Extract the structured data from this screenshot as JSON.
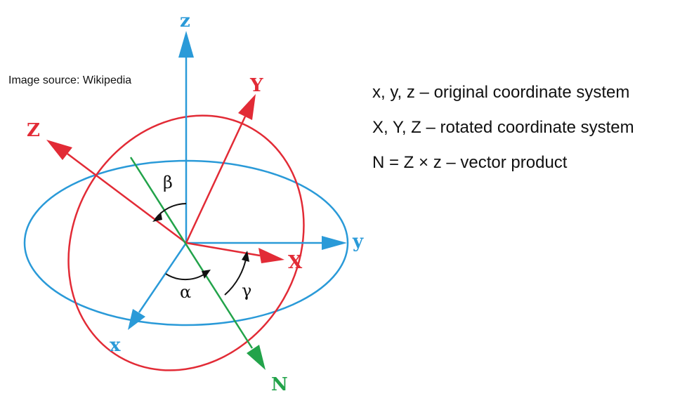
{
  "source_note": "Image source: Wikipedia",
  "legend": [
    "x, y, z – original coordinate system",
    "X, Y, Z – rotated coordinate system",
    "N = Z × z – vector product"
  ],
  "axes": {
    "original": [
      "z",
      "y",
      "x"
    ],
    "rotated": [
      "Z",
      "Y",
      "X"
    ],
    "node_line": "N"
  },
  "angles": [
    "β",
    "α",
    "γ"
  ],
  "colors": {
    "original": "#2a9ad8",
    "rotated": "#e22b36",
    "node_line": "#22a34a",
    "arc": "#111111"
  }
}
